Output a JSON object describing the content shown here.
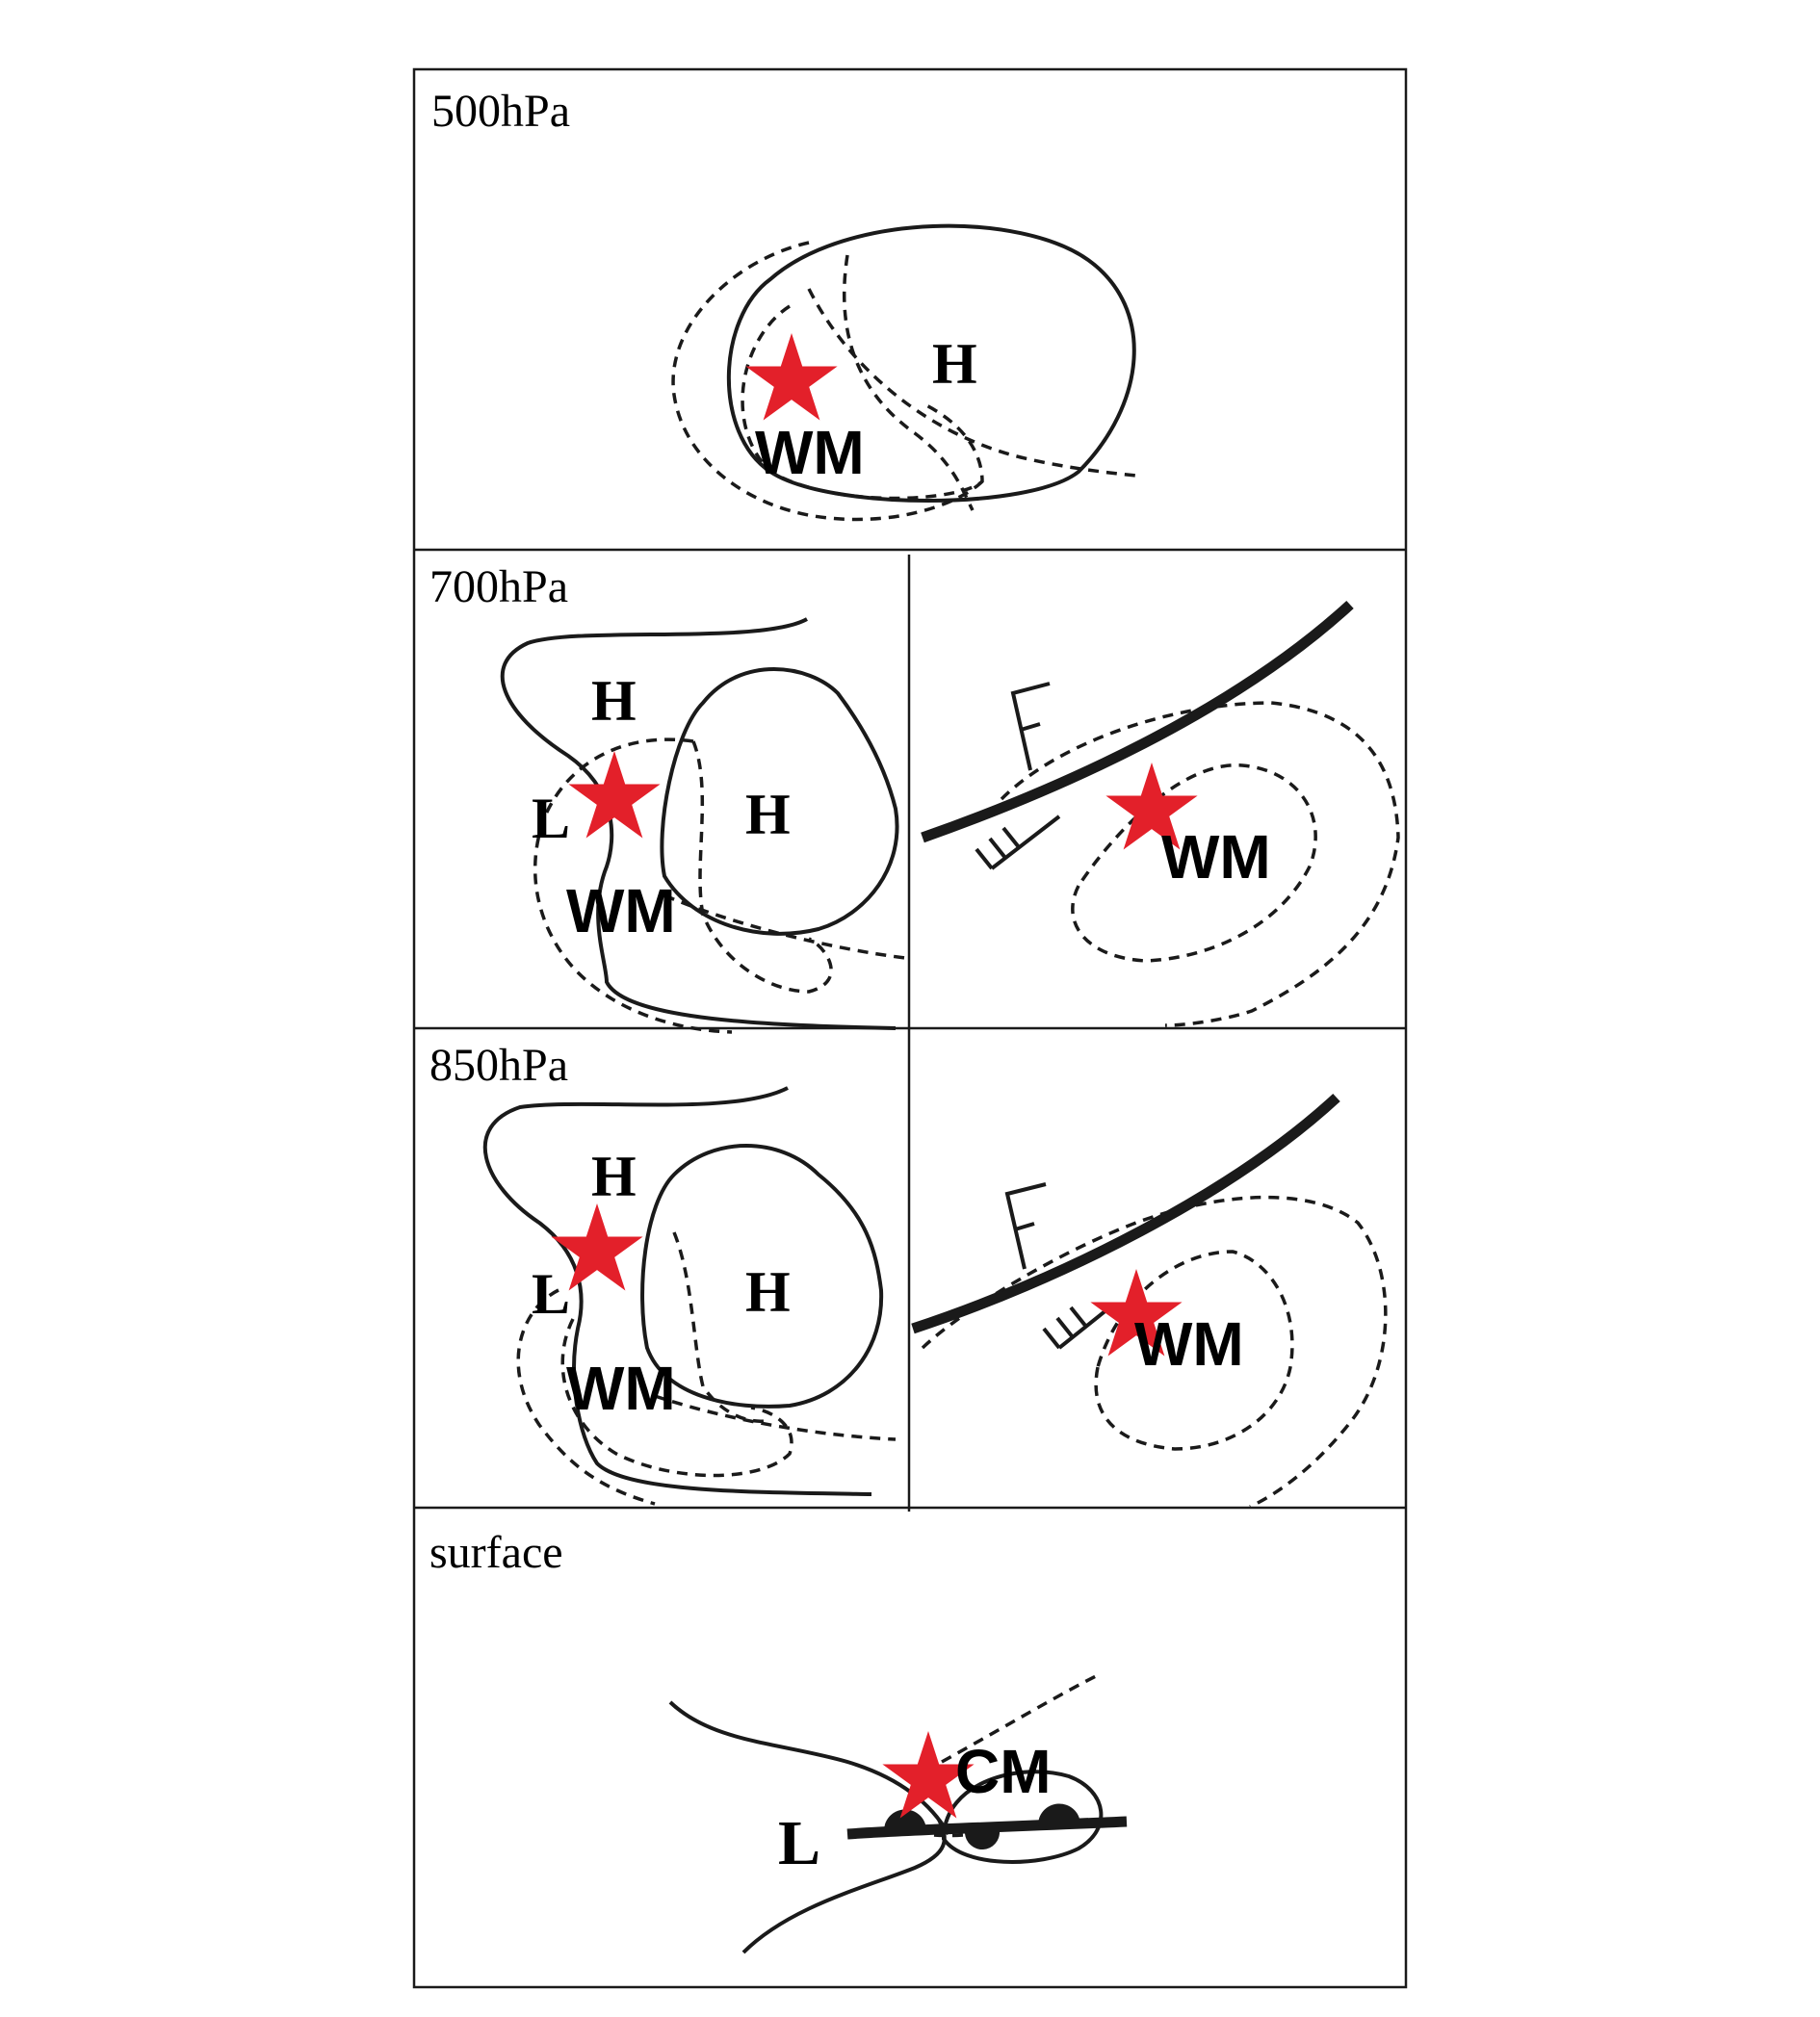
{
  "colors": {
    "star": "#e3202a",
    "line": "#1a1a1a",
    "background": "#ffffff"
  },
  "panels": {
    "p500": {
      "level": "500hPa",
      "h": "H",
      "wm": "WM"
    },
    "p700": {
      "level": "700hPa",
      "h1": "H",
      "h2": "H",
      "l": "L",
      "wm": "WM",
      "f": "F",
      "wm_right": "WM"
    },
    "p850": {
      "level": "850hPa",
      "h1": "H",
      "h2": "H",
      "l": "L",
      "wm": "WM",
      "f": "F",
      "wm_right": "WM"
    },
    "surface": {
      "level": "surface",
      "l": "L",
      "cm": "CM"
    }
  },
  "icons": {
    "star": "star-icon",
    "wind_barb": "wind-barb-icon"
  }
}
